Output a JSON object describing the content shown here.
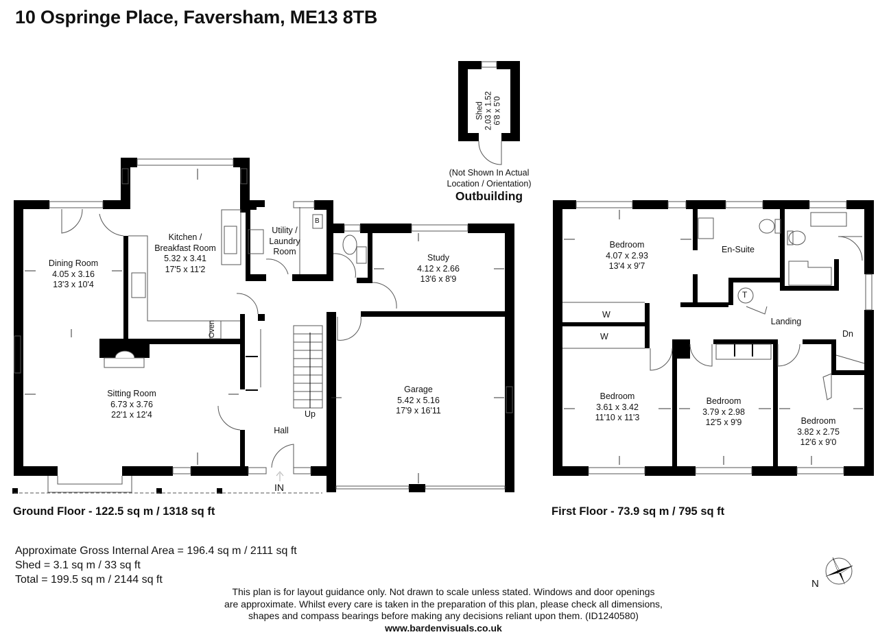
{
  "title": "10 Ospringe Place, Faversham, ME13 8TB",
  "outbuilding": {
    "note_line1": "(Not Shown In Actual",
    "note_line2": "Location / Orientation)",
    "heading": "Outbuilding",
    "shed": {
      "name": "Shed",
      "metric": "2.03 x 1.52",
      "imperial": "6'8 x 5'0"
    }
  },
  "ground_floor": {
    "caption": "Ground Floor - 122.5 sq m / 1318 sq ft",
    "rooms": {
      "dining": {
        "name": "Dining Room",
        "metric": "4.05 x 3.16",
        "imperial": "13'3 x 10'4"
      },
      "kitchen": {
        "name_line1": "Kitchen /",
        "name_line2": "Breakfast Room",
        "metric": "5.32 x 3.41",
        "imperial": "17'5 x 11'2"
      },
      "utility": {
        "name_line1": "Utility /",
        "name_line2": "Laundry",
        "name_line3": "Room"
      },
      "study": {
        "name": "Study",
        "metric": "4.12 x 2.66",
        "imperial": "13'6 x 8'9"
      },
      "sitting": {
        "name": "Sitting Room",
        "metric": "6.73 x 3.76",
        "imperial": "22'1 x 12'4"
      },
      "garage": {
        "name": "Garage",
        "metric": "5.42 x 5.16",
        "imperial": "17'9 x 16'11"
      },
      "hall": {
        "name": "Hall"
      }
    },
    "labels": {
      "oven": "Oven",
      "boiler": "B",
      "stairs_up": "Up",
      "entrance": "IN"
    }
  },
  "first_floor": {
    "caption": "First Floor - 73.9 sq m / 795 sq ft",
    "rooms": {
      "bedroom1": {
        "name": "Bedroom",
        "metric": "4.07 x 2.93",
        "imperial": "13'4 x 9'7"
      },
      "ensuite": {
        "name": "En-Suite"
      },
      "landing": {
        "name": "Landing"
      },
      "bedroom2": {
        "name": "Bedroom",
        "metric": "3.61 x 3.42",
        "imperial": "11'10 x 11'3"
      },
      "bedroom3": {
        "name": "Bedroom",
        "metric": "3.79 x 2.98",
        "imperial": "12'5 x 9'9"
      },
      "bedroom4": {
        "name": "Bedroom",
        "metric": "3.82 x 2.75",
        "imperial": "12'6 x 9'0"
      }
    },
    "labels": {
      "wardrobe1": "W",
      "wardrobe2": "W",
      "tank": "T",
      "stairs_down": "Dn"
    }
  },
  "areas": {
    "gross": "Approximate Gross Internal Area = 196.4 sq m / 2111 sq ft",
    "shed": "Shed = 3.1 sq m / 33 sq ft",
    "total": "Total = 199.5 sq m / 2144 sq ft"
  },
  "disclaimer": {
    "line1": "This plan is for layout guidance only. Not drawn to scale unless stated. Windows and door openings",
    "line2": "are approximate. Whilst every care is taken in the preparation of this plan, please check all dimensions,",
    "line3": "shapes and compass bearings before making any decisions reliant upon them. (ID1240580)",
    "website": "www.bardenvisuals.co.uk"
  },
  "compass": {
    "label": "N"
  },
  "colors": {
    "wall": "#000000",
    "line": "#555555",
    "background": "#ffffff"
  }
}
